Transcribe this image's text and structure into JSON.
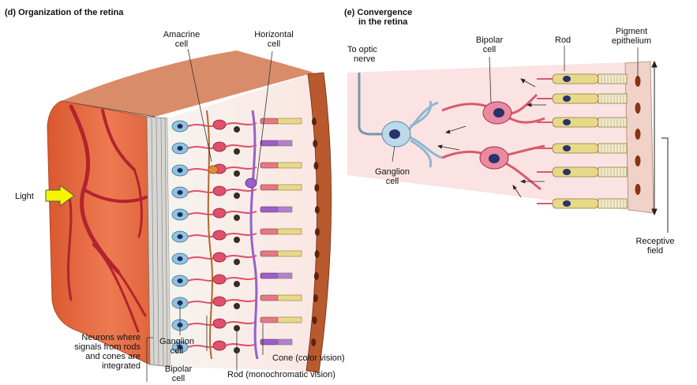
{
  "panel_d": {
    "title": "(d) Organization of the retina",
    "labels": {
      "amacrine": [
        "Amacrine",
        "cell"
      ],
      "horizontal": [
        "Horizontal",
        "cell"
      ],
      "light": "Light",
      "neurons": [
        "Neurons where",
        "signals from rods",
        "and cones are",
        "integrated"
      ],
      "ganglion": [
        "Ganglion",
        "cell"
      ],
      "bipolar": [
        "Bipolar",
        "cell"
      ],
      "cone": "Cone (color vision)",
      "rod": "Rod (monochromatic vision)"
    }
  },
  "panel_e": {
    "title": [
      "(e) Convergence",
      "in the retina"
    ],
    "labels": {
      "optic": [
        "To optic",
        "nerve"
      ],
      "bipolar": [
        "Bipolar",
        "cell"
      ],
      "rod": "Rod",
      "pigment": [
        "Pigment",
        "epithelium"
      ],
      "ganglion": [
        "Ganglion",
        "cell"
      ],
      "receptive": [
        "Receptive",
        "field"
      ]
    }
  },
  "colors": {
    "blood_vessel_layer": "#e8653f",
    "ganglion_cell": "#8fc3e0",
    "bipolar_cell": "#e0506a",
    "horizontal_cell": "#9a5fc8",
    "rod": "#e8d98a",
    "pigment": "#b5562a",
    "light_arrow": "#f5f500",
    "background_e": "#fbe3e3"
  }
}
